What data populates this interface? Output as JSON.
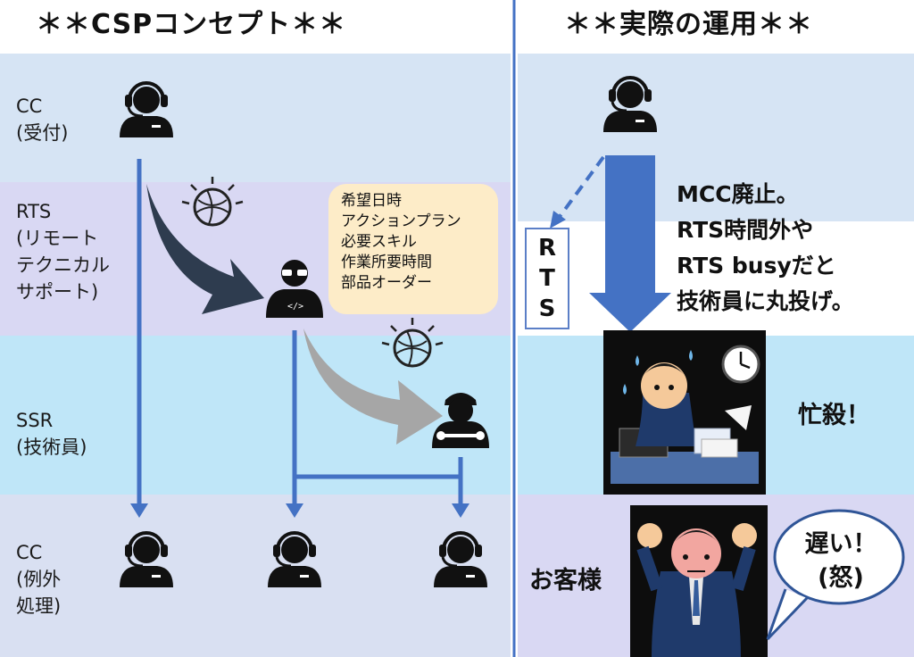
{
  "left_title": "＊＊CSPコンセプト＊＊",
  "right_title": "＊＊実際の運用＊＊",
  "rows": {
    "cc_top": [
      "CC",
      "(受付)"
    ],
    "rts": [
      "RTS",
      "(リモート",
      "テクニカル",
      "サポート)"
    ],
    "ssr": [
      "SSR",
      "(技術員)"
    ],
    "cc_bottom": [
      "CC",
      "(例外",
      "処理)"
    ]
  },
  "bubble_lines": [
    "希望日時",
    "アクションプラン",
    "必要スキル",
    "作業所要時間",
    "部品オーダー"
  ],
  "rts_box": [
    "R",
    "T",
    "S"
  ],
  "note_lines": [
    "MCC廃止。",
    "RTS時間外や",
    "RTS busyだと",
    "技術員に丸投げ。"
  ],
  "busy_label": "忙殺！",
  "customer_label": "お客様",
  "speech_lines": [
    "遅い！",
    "(怒)"
  ],
  "colors": {
    "band_light": "#d6e4f4",
    "band_purple": "#d9d8f3",
    "band_cyan": "#bfe6f8",
    "arrow_blue": "#4472c4",
    "arrow_dark": "#2e3c4f",
    "arrow_gray": "#a6a6a6",
    "bubble": "#fdecc8",
    "divider": "#4472c4"
  },
  "icons": [
    "headset-operator-icon",
    "developer-icon",
    "mechanic-icon",
    "brain-bulb-icon",
    "busy-worker-illustration",
    "angry-customer-illustration",
    "clock-icon"
  ]
}
